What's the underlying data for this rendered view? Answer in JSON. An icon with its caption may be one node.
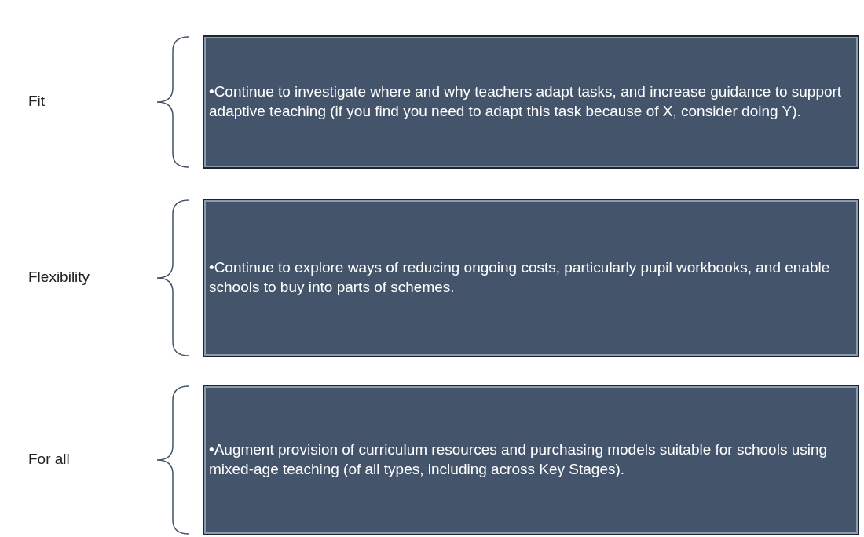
{
  "diagram": {
    "nodes": [
      {
        "text": [
          "•Continue to investigate where and why teachers adapt tasks, and increase guidance to support adaptive teaching (if you find you need to adapt this task because of X, consider doing Y)."
        ]
      },
      {
        "text": [
          "•Continue to explore ways of reducing ongoing costs, particularly pupil workbooks, and enable schools to buy into parts of schemes."
        ]
      },
      {
        "text": [
          "•Augment provision of curriculum resources and purchasing models suitable for schools using mixed-age teaching (of all types, including across Key Stages)."
        ]
      }
    ],
    "labels": [
      "Fit",
      "Flexibility",
      "For all"
    ]
  }
}
